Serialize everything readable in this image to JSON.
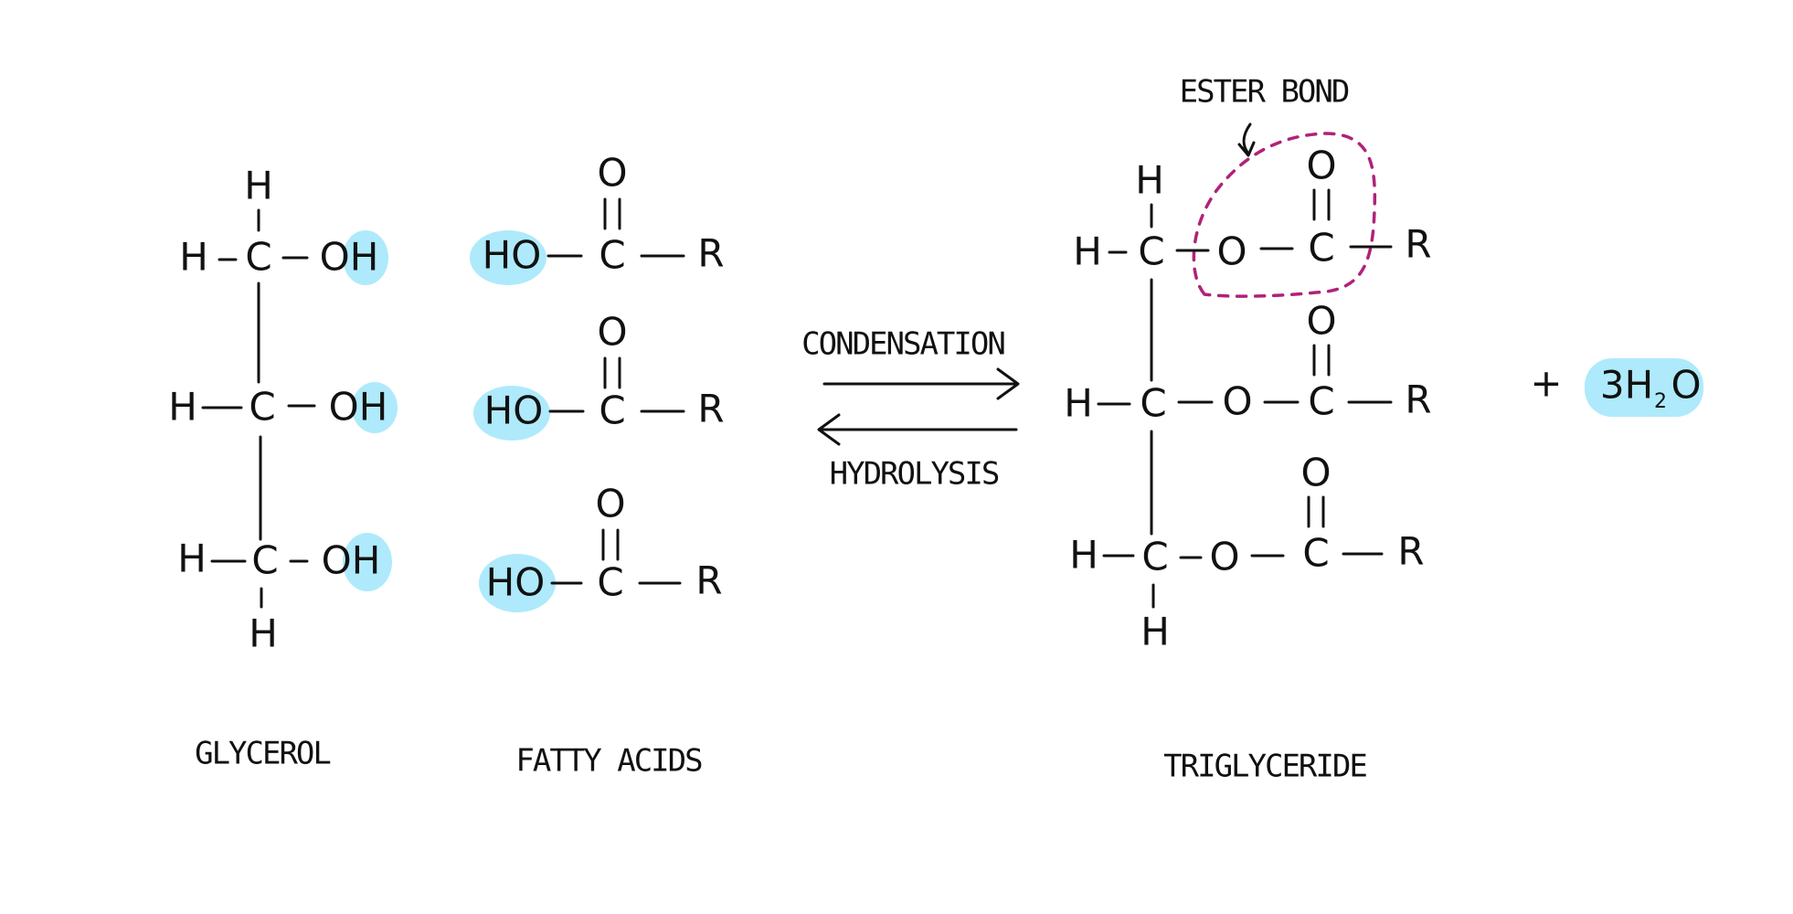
{
  "labels": {
    "glycerol": "GLYCEROL",
    "fatty_acids": "FATTY ACIDS",
    "triglyceride": "TRIGLYCERIDE",
    "condensation": "CONDENSATION",
    "hydrolysis": "HYDROLYSIS",
    "ester_bond": "ESTER BOND",
    "plus": "+"
  },
  "atoms": {
    "H": "H",
    "C": "C",
    "O": "O",
    "OH": "OH",
    "HO": "HO",
    "R": "R"
  },
  "water": {
    "coefficient_and_h": "3H",
    "subscript": "2",
    "o": "O"
  },
  "colors": {
    "highlight": "#aeeafb",
    "ester_outline": "#b0227a",
    "ink": "#111111"
  }
}
